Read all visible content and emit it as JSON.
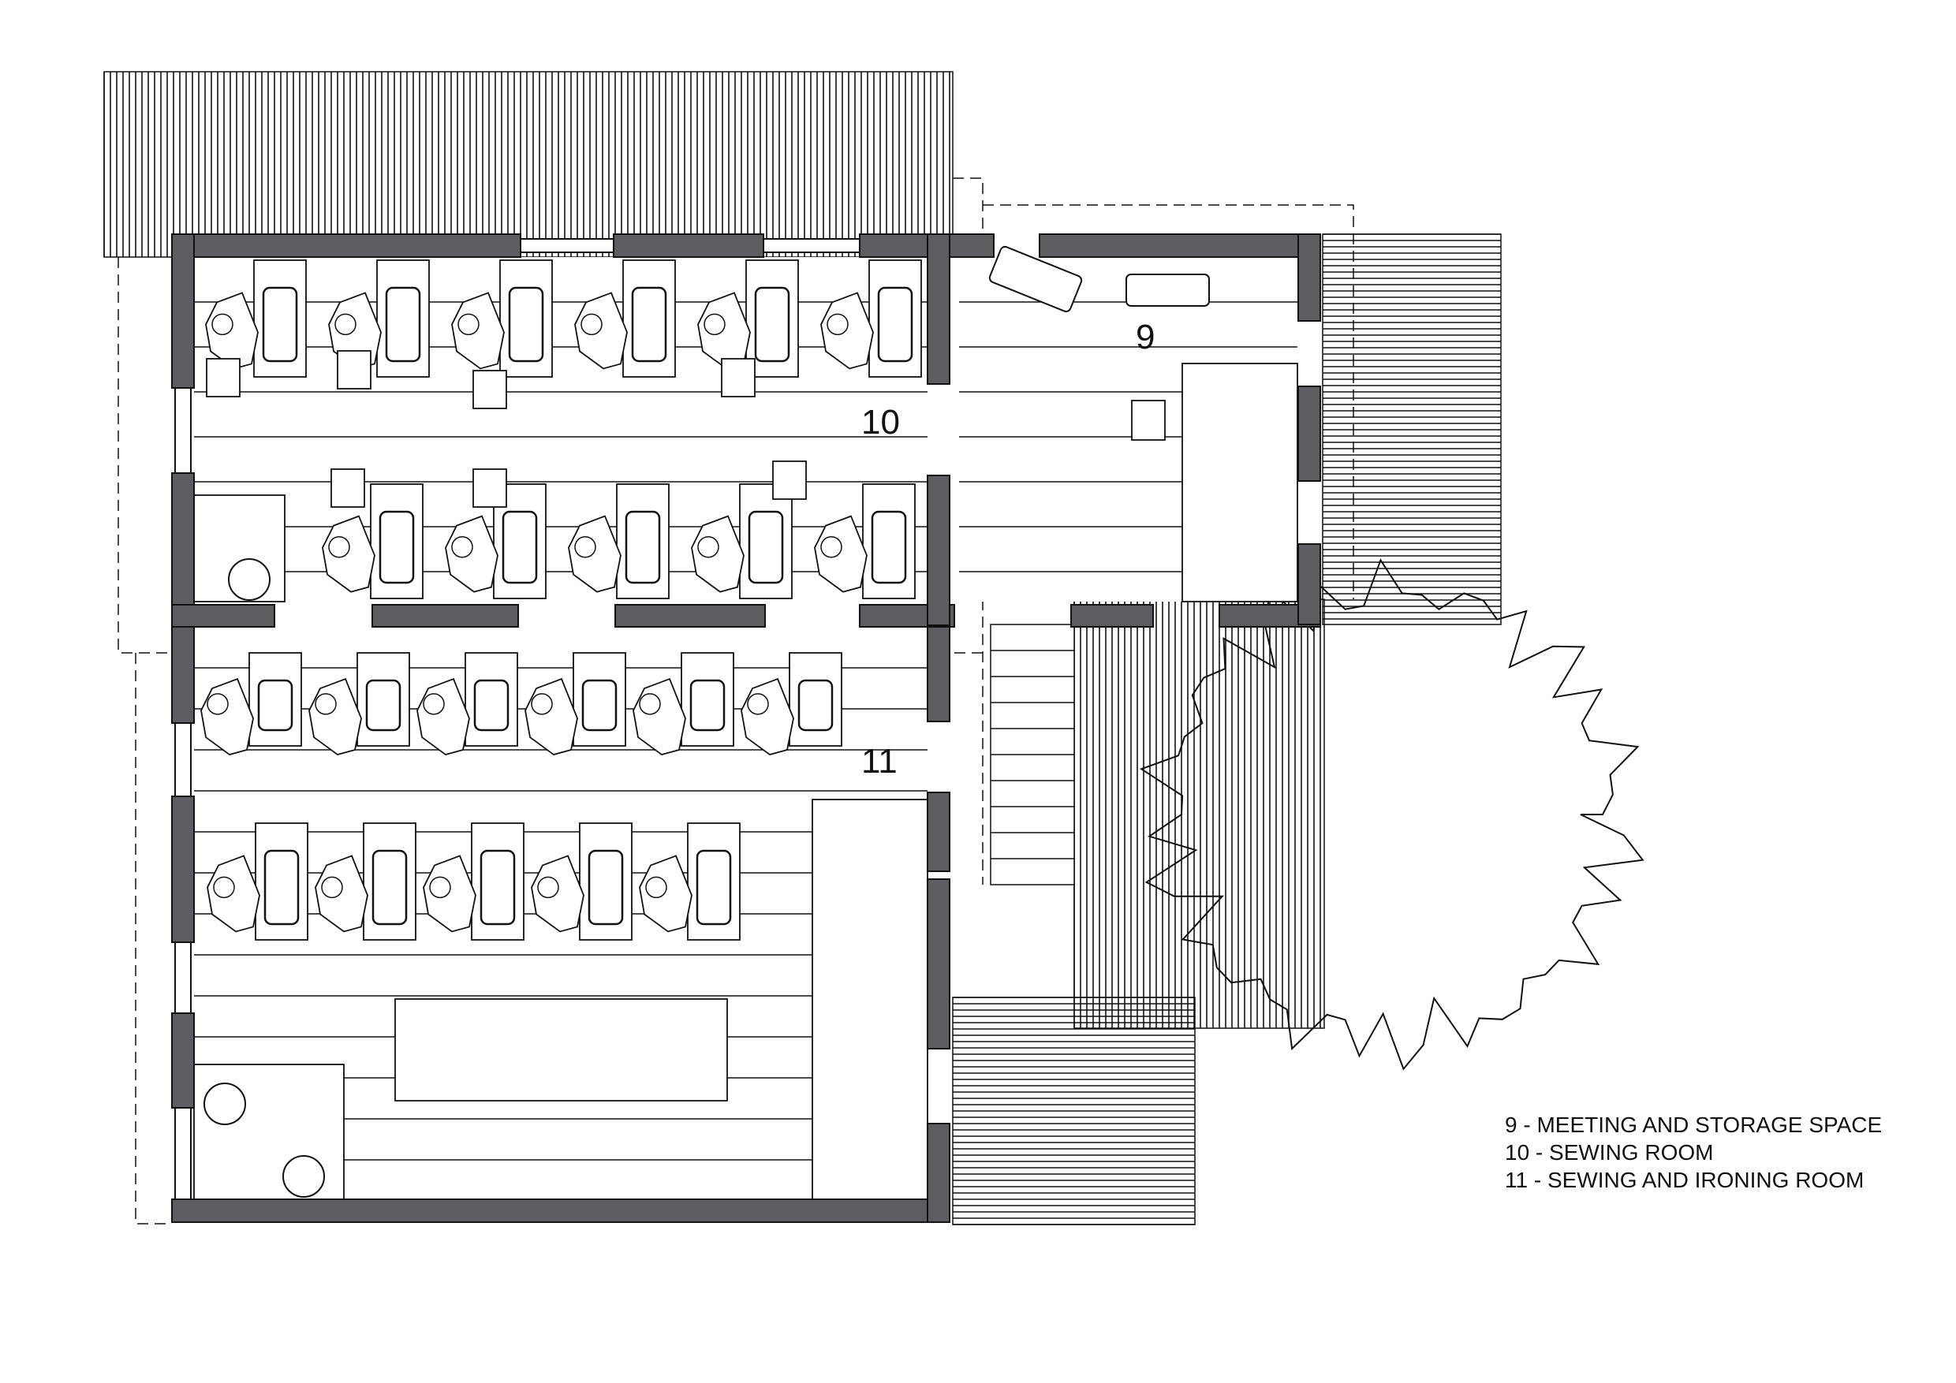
{
  "rooms": [
    {
      "number": "9",
      "name": "MEETING AND STORAGE SPACE"
    },
    {
      "number": "10",
      "name": "SEWING ROOM"
    },
    {
      "number": "11",
      "name": "SEWING AND IRONING ROOM"
    }
  ],
  "legend": [
    "9 - MEETING AND STORAGE SPACE",
    "10 - SEWING ROOM",
    "11 - SEWING AND IRONING ROOM"
  ],
  "colors": {
    "wall": "#5d5d61",
    "line": "#111111",
    "background": "#ffffff"
  }
}
